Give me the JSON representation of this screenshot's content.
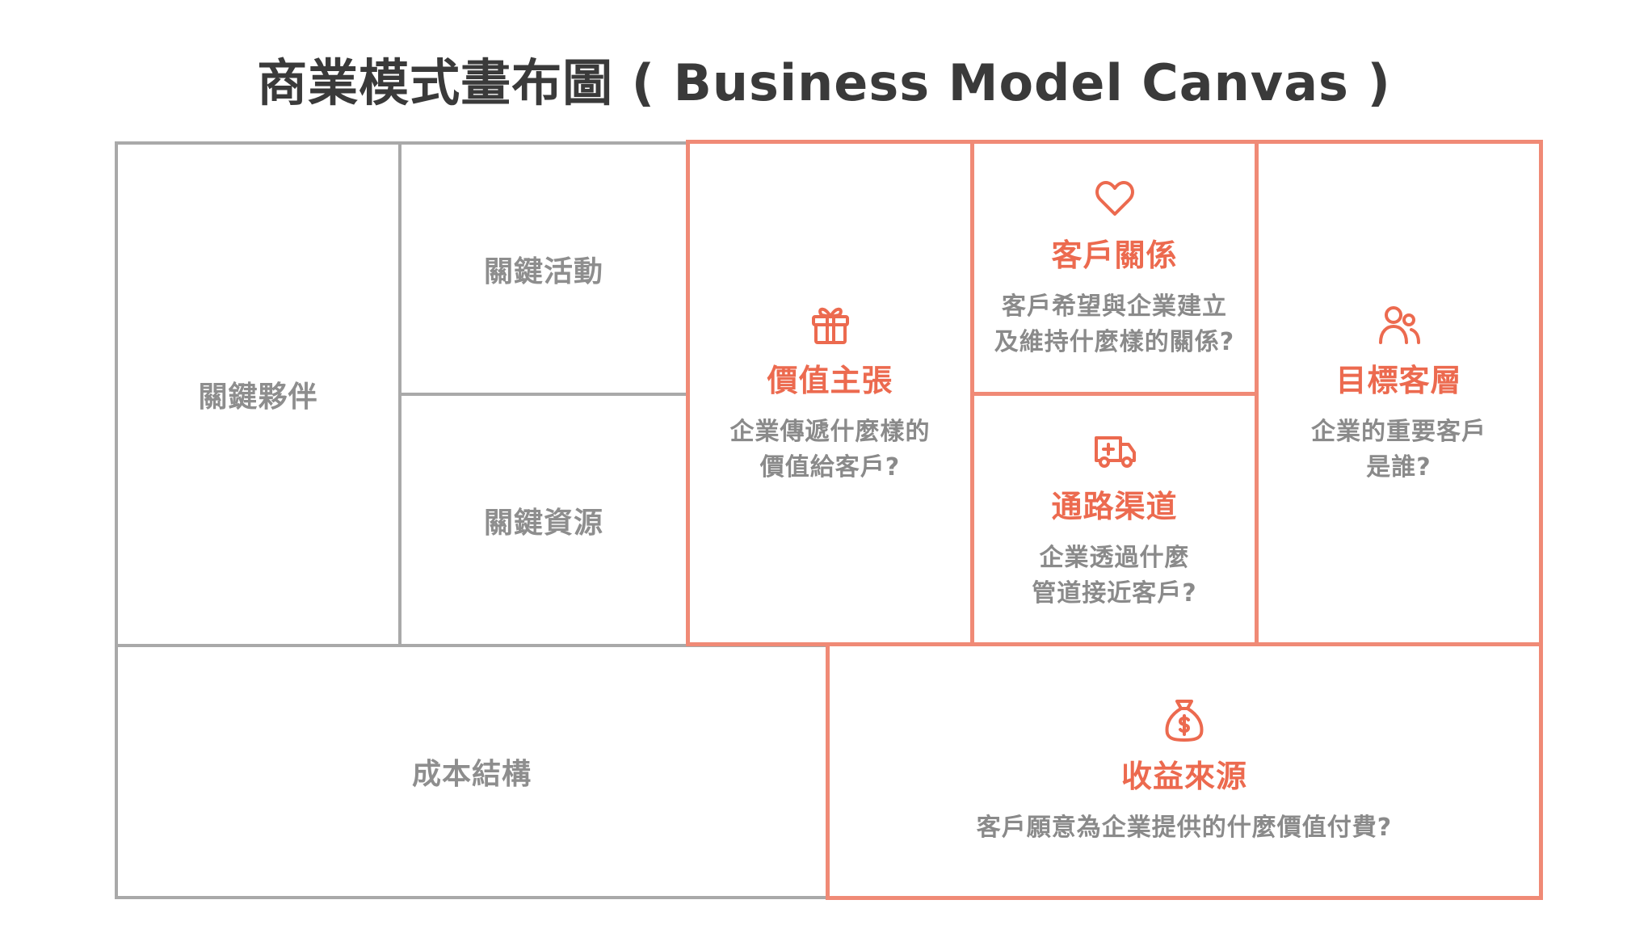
{
  "title": "商業模式畫布圖 ( Business Model Canvas )",
  "colors": {
    "accent": "#ec6a4f",
    "accent_border": "#f08a76",
    "gray_border": "#a9a9a9",
    "gray_text": "#8e8e8e"
  },
  "blocks": {
    "key_partners": {
      "label": "關鍵夥伴"
    },
    "key_activities": {
      "label": "關鍵活動"
    },
    "key_resources": {
      "label": "關鍵資源"
    },
    "cost_structure": {
      "label": "成本結構"
    },
    "value_propositions": {
      "icon": "gift-icon",
      "label": "價值主張",
      "desc_line1": "企業傳遞什麼樣的",
      "desc_line2": "價值給客戶?"
    },
    "customer_relationships": {
      "icon": "heart-icon",
      "label": "客戶關係",
      "desc_line1": "客戶希望與企業建立",
      "desc_line2": "及維持什麼樣的關係?"
    },
    "channels": {
      "icon": "truck-icon",
      "label": "通路渠道",
      "desc_line1": "企業透過什麼",
      "desc_line2": "管道接近客戶?"
    },
    "customer_segments": {
      "icon": "users-icon",
      "label": "目標客層",
      "desc_line1": "企業的重要客戶",
      "desc_line2": "是誰?"
    },
    "revenue_streams": {
      "icon": "money-bag-icon",
      "label": "收益來源",
      "desc_line1": "客戶願意為企業提供的什麼價值付費?"
    }
  }
}
